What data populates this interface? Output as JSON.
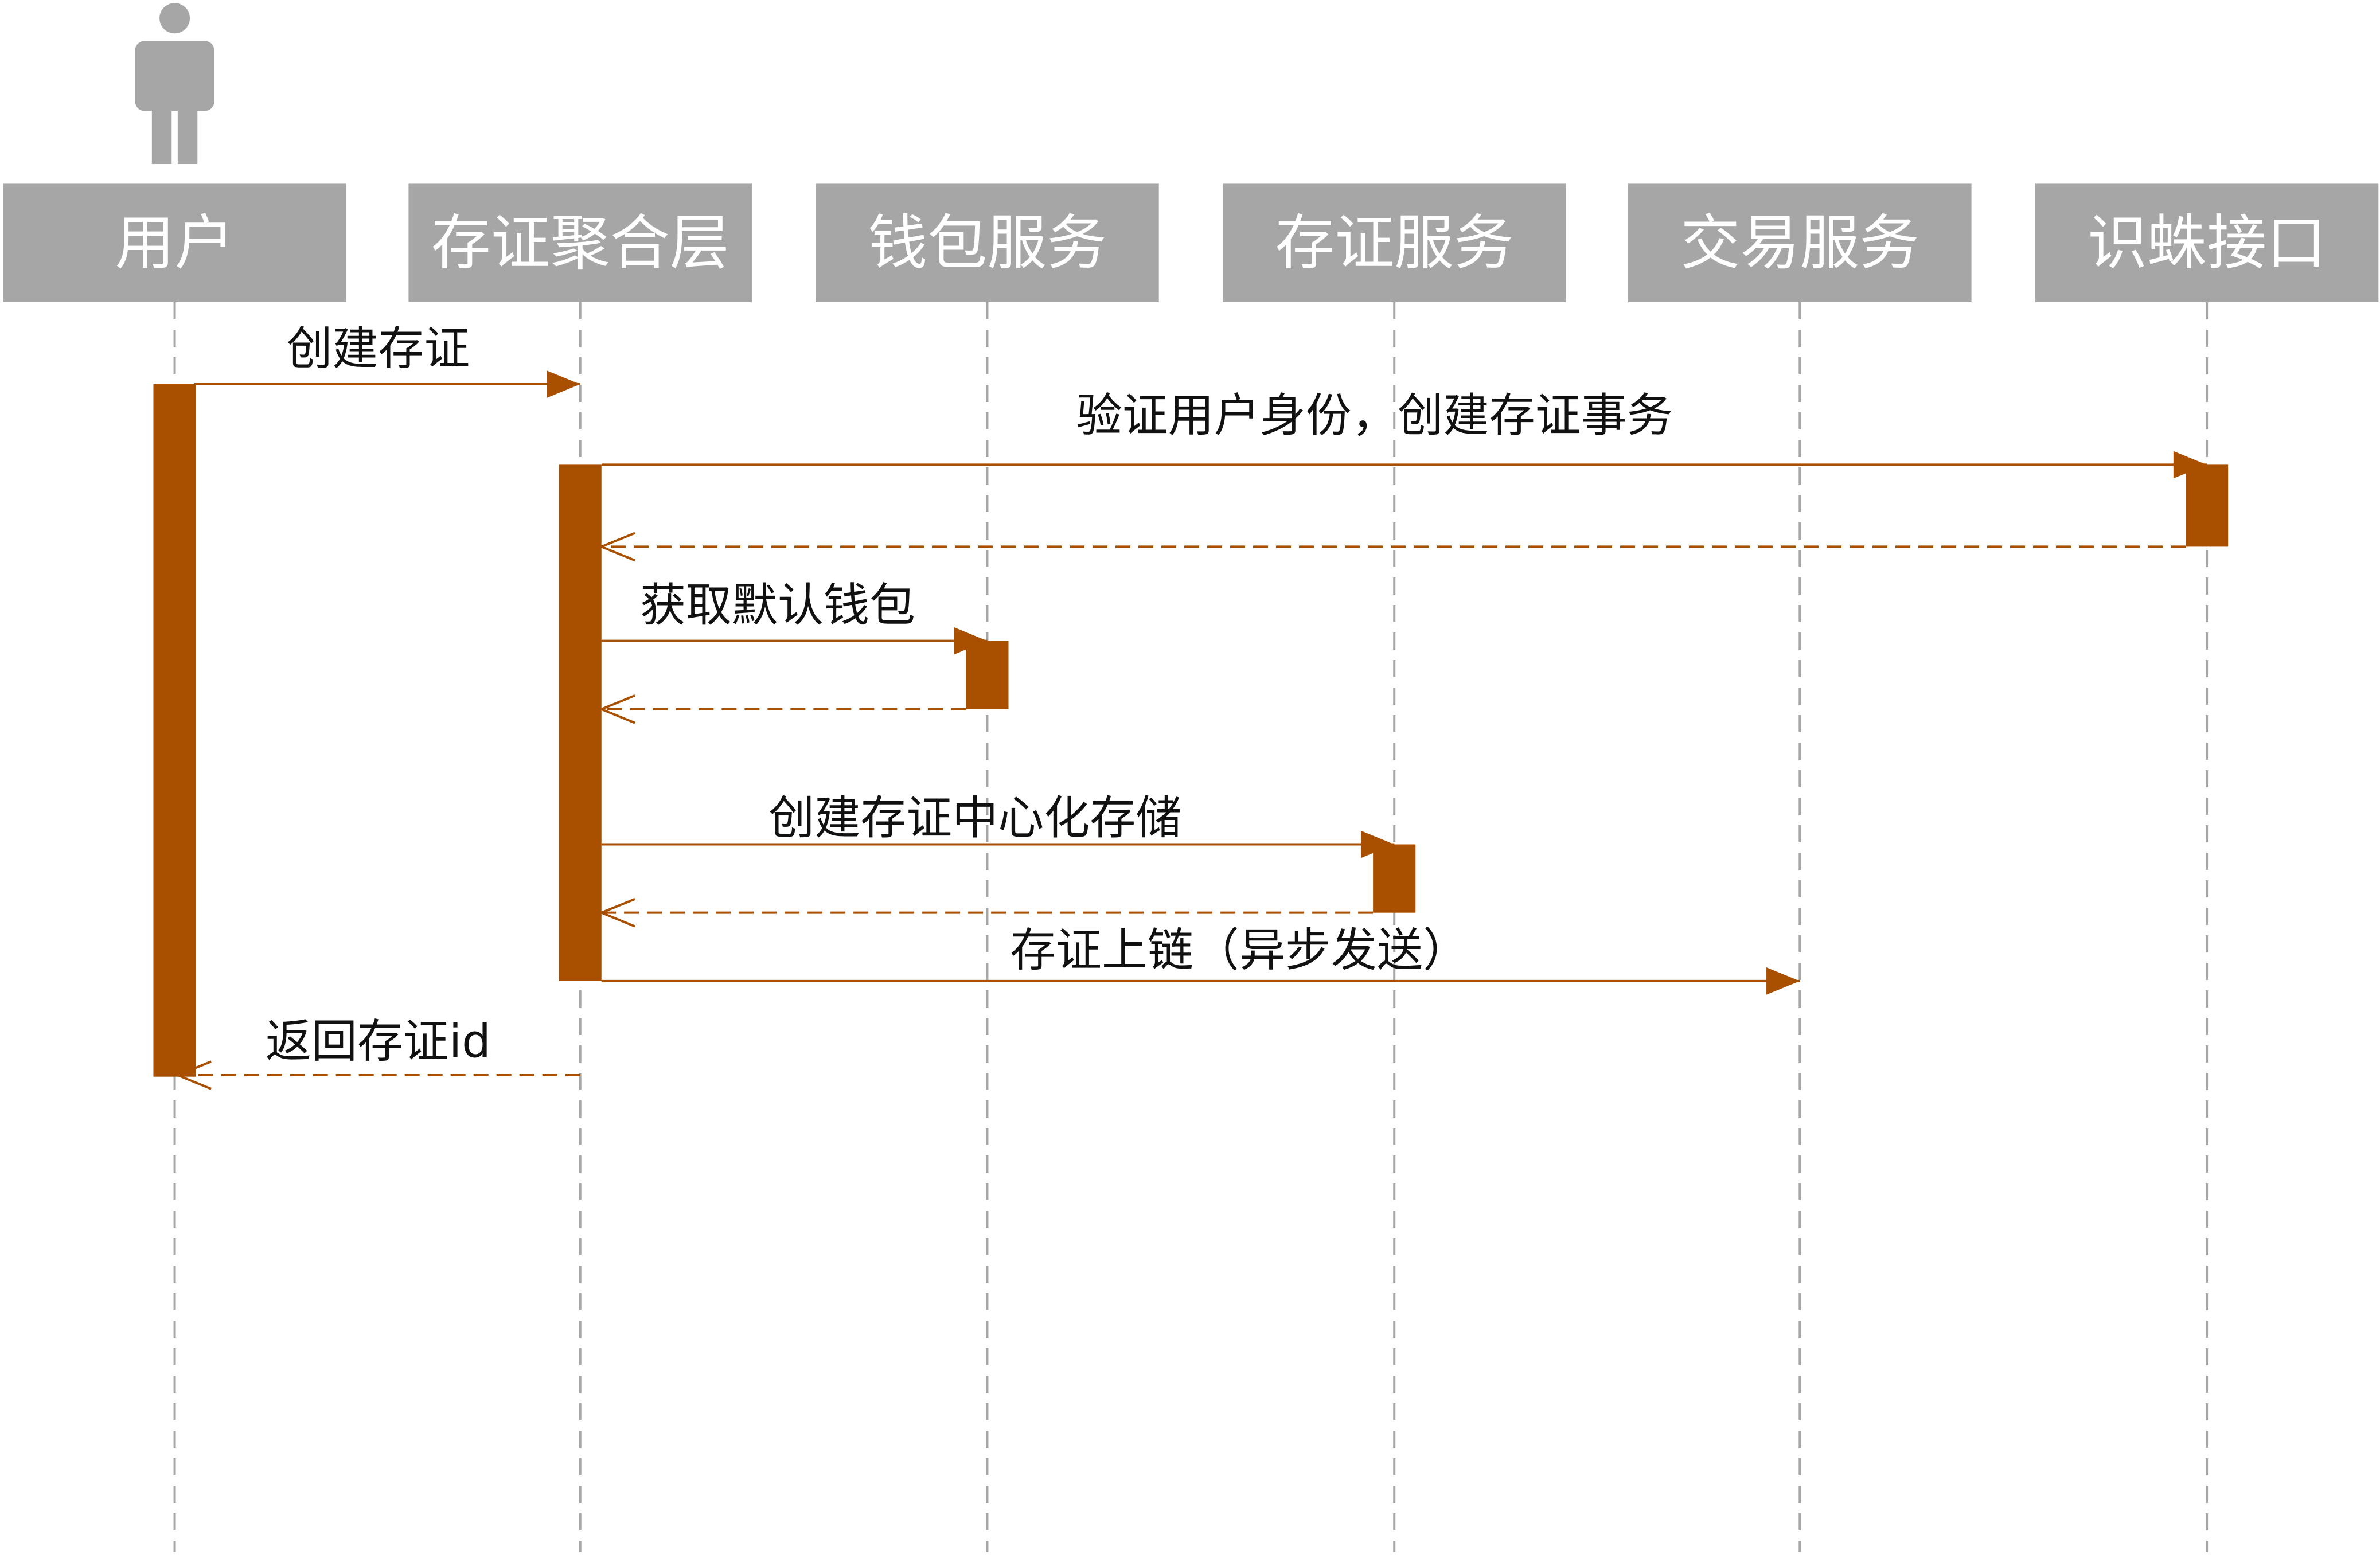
{
  "participants": [
    {
      "id": "user",
      "label": "用户",
      "actor": true
    },
    {
      "id": "agg",
      "label": "存证聚合层"
    },
    {
      "id": "wallet",
      "label": "钱包服务"
    },
    {
      "id": "cert",
      "label": "存证服务"
    },
    {
      "id": "tx",
      "label": "交易服务"
    },
    {
      "id": "zhizhu",
      "label": "识蛛接口"
    }
  ],
  "messages": [
    {
      "id": "m1",
      "from": "user",
      "to": "agg",
      "label": "创建存证",
      "kind": "sync"
    },
    {
      "id": "m2",
      "from": "agg",
      "to": "zhizhu",
      "label": "验证用户身份，创建存证事务",
      "kind": "sync"
    },
    {
      "id": "m3",
      "from": "zhizhu",
      "to": "agg",
      "label": "",
      "kind": "return"
    },
    {
      "id": "m4",
      "from": "agg",
      "to": "wallet",
      "label": "获取默认钱包",
      "kind": "sync"
    },
    {
      "id": "m5",
      "from": "wallet",
      "to": "agg",
      "label": "",
      "kind": "return"
    },
    {
      "id": "m6",
      "from": "agg",
      "to": "cert",
      "label": "创建存证中心化存储",
      "kind": "sync"
    },
    {
      "id": "m7",
      "from": "cert",
      "to": "agg",
      "label": "",
      "kind": "return"
    },
    {
      "id": "m8",
      "from": "agg",
      "to": "tx",
      "label": "存证上链（异步发送）",
      "kind": "async"
    },
    {
      "id": "m9",
      "from": "agg",
      "to": "user",
      "label": "返回存证id",
      "kind": "return"
    }
  ],
  "colors": {
    "header_fill": "#a6a6a6",
    "header_text": "#ffffff",
    "lifeline": "#a6a6a6",
    "activation": "#a84f00",
    "message": "#a84f00",
    "label": "#111111"
  }
}
